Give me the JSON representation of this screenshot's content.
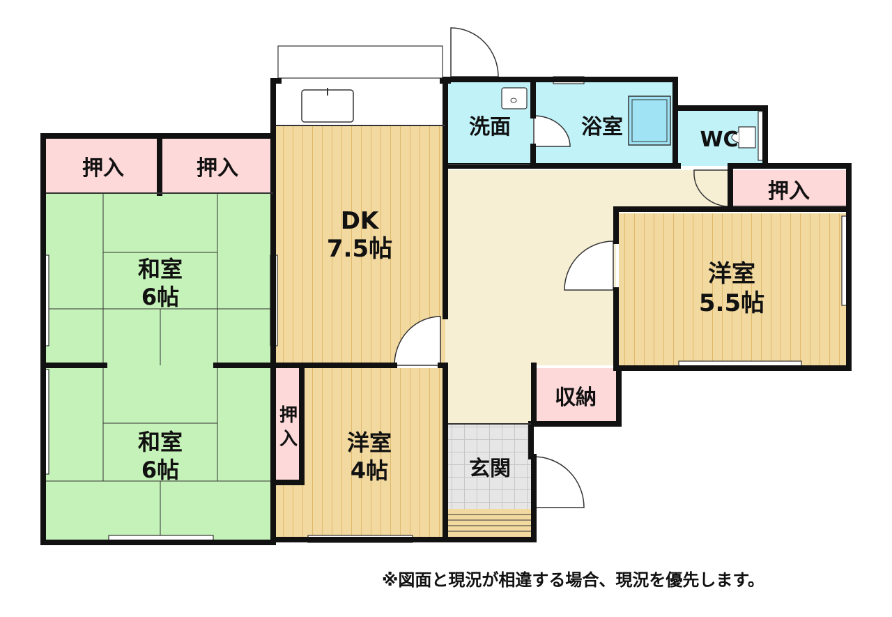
{
  "rooms": {
    "closet_washitsu1_left": "押入",
    "closet_washitsu1_right": "押入",
    "washitsu1_name": "和室",
    "washitsu1_size": "6帖",
    "washitsu2_name": "和室",
    "washitsu2_size": "6帖",
    "dk_name": "DK",
    "dk_size": "7.5帖",
    "senmen": "洗面",
    "yokushitsu": "浴室",
    "wc": "WC",
    "closet_yoshitsu55": "押入",
    "yoshitsu55_name": "洋室",
    "yoshitsu55_size": "5.5帖",
    "shuno": "収納",
    "yoshitsu4_name": "洋室",
    "yoshitsu4_size": "4帖",
    "closet_small_top": "押",
    "closet_small_bottom": "入",
    "genkan": "玄関"
  },
  "note": "※図面と現況が相違する場合、現況を優先します。",
  "colors": {
    "tatami": "#c5f2b8",
    "wood": "#f2d9a0",
    "wood_stripe": "#e3bf70",
    "closet": "#fdd9d9",
    "wet": "#c0f2f8",
    "hall": "#f6efd4",
    "genkan": "#e6e6e6",
    "wall": "#111111"
  }
}
